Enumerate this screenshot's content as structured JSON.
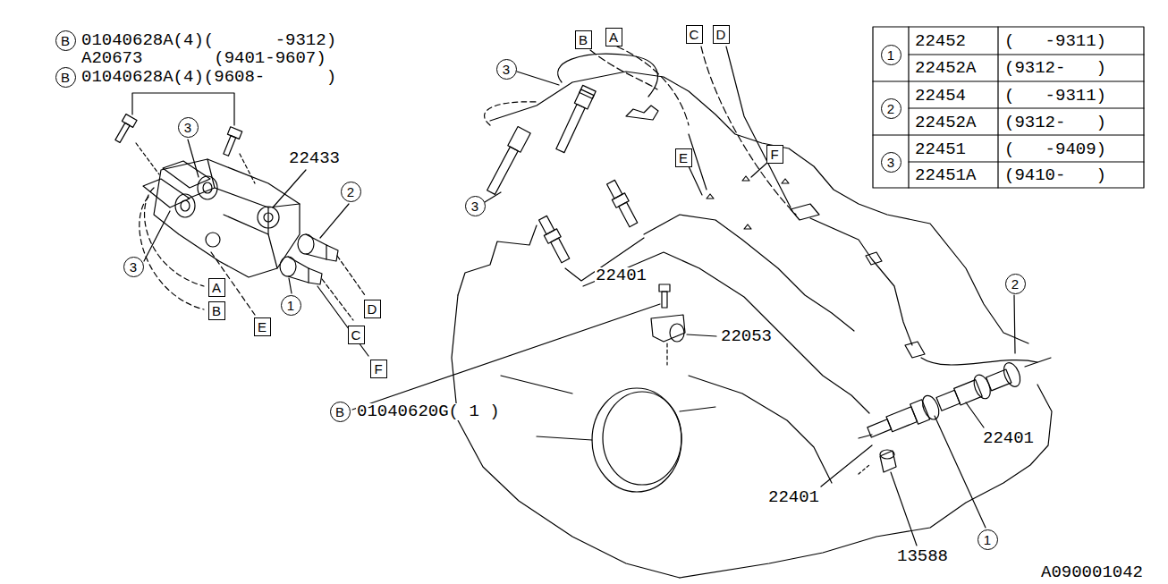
{
  "diagram": {
    "nodes": [
      {
        "text": [
          "B"
        ]
      },
      {
        "text": [
          "B"
        ]
      },
      {
        "text": [
          "3"
        ]
      },
      {
        "text": [
          "3"
        ]
      },
      {
        "text": [
          "2"
        ]
      },
      {
        "text": [
          "1"
        ]
      },
      {
        "text": [
          "A"
        ]
      },
      {
        "text": [
          "B"
        ]
      },
      {
        "text": [
          "E"
        ]
      },
      {
        "text": [
          "D"
        ]
      },
      {
        "text": [
          "C"
        ]
      },
      {
        "text": [
          "F"
        ]
      },
      {
        "text": [
          "B"
        ]
      },
      {
        "text": [
          "A"
        ]
      },
      {
        "text": [
          "C"
        ]
      },
      {
        "text": [
          "D"
        ]
      },
      {
        "text": [
          "3"
        ]
      },
      {
        "text": [
          "E"
        ]
      },
      {
        "text": [
          "F"
        ]
      },
      {
        "text": [
          "3"
        ]
      },
      {
        "text": [
          "B"
        ]
      },
      {
        "text": [
          "2"
        ]
      },
      {
        "text": [
          "1"
        ]
      },
      {
        "text": [
          "1"
        ]
      },
      {
        "text": [
          "2"
        ]
      },
      {
        "text": [
          "3"
        ]
      }
    ],
    "labels": [
      "01040628A(4)(      -9312)",
      "A20673       (9401-9607)",
      "01040628A(4)(9608-      )",
      "22433",
      "22401",
      "22053",
      "01040620G( 1 )",
      "22401",
      "22401",
      "13588",
      "A090001042",
      "22452",
      "(   -9311)",
      "22452A",
      "(9312-   )",
      "22454",
      "(   -9311)",
      "22452A",
      "(9312-   )",
      "22451",
      "(   -9409)",
      "22451A",
      "(9410-   )"
    ]
  }
}
